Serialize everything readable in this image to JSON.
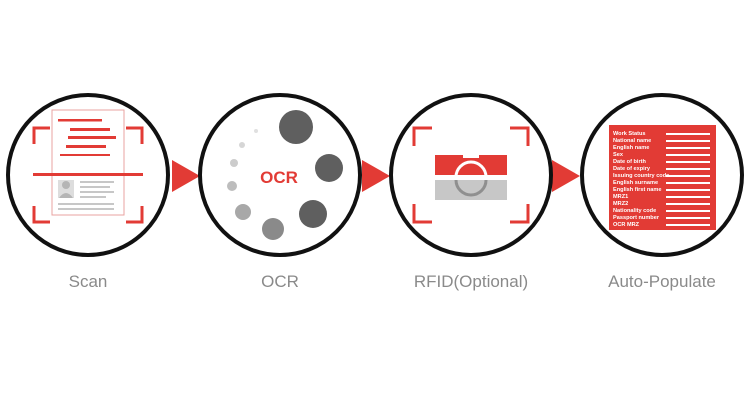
{
  "colors": {
    "accent": "#e23b35",
    "circle_stroke": "#111111",
    "label": "#8a8a8a",
    "gray_dark": "#5f5f5f",
    "gray_light": "#bdbdbd"
  },
  "steps": [
    {
      "label": "Scan",
      "icon": "document-scan-icon"
    },
    {
      "label": "OCR",
      "icon": "ocr-spinner-icon",
      "inner_text": "OCR"
    },
    {
      "label": "RFID(Optional)",
      "icon": "rfid-chip-icon"
    },
    {
      "label": "Auto-Populate",
      "icon": "form-fields-icon"
    }
  ],
  "form_fields": [
    "Work Status",
    "National name",
    "English name",
    "Sex",
    "Date of birth",
    "Date of expiry",
    "Issuing country code",
    "English surname",
    "English first name",
    "MRZ1",
    "MRZ2",
    "Nationality code",
    "Passport number",
    "OCR MRZ"
  ]
}
